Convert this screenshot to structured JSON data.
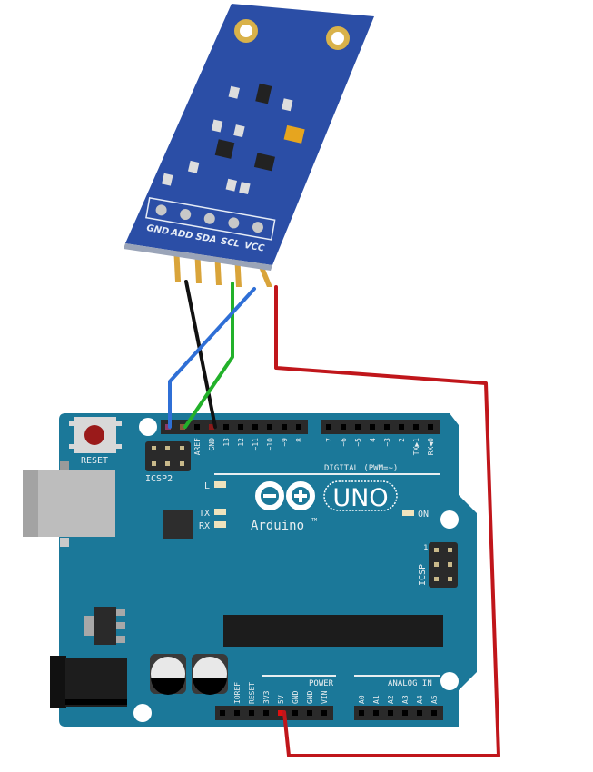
{
  "sensor_module": {
    "pins": [
      "GND",
      "ADD",
      "SDA",
      "SCL",
      "VCC"
    ]
  },
  "arduino": {
    "brand": "Arduino",
    "trademark": "TM",
    "model": "UNO",
    "reset_label": "RESET",
    "icsp2_label": "ICSP2",
    "icsp_label": "ICSP",
    "icsp_pin1": "1",
    "led_labels": {
      "l": "L",
      "tx": "TX",
      "rx": "RX",
      "on": "ON"
    },
    "digital_label": "DIGITAL (PWM=~)",
    "digital_pins_1": [
      "",
      "",
      "AREF",
      "GND",
      "13",
      "12",
      "~11",
      "~10",
      "~9",
      "8"
    ],
    "digital_pins_2": [
      "7",
      "~6",
      "~5",
      "4",
      "~3",
      "2",
      "TX▶1",
      "RX◀0"
    ],
    "power_label": "POWER",
    "power_pins": [
      "",
      "IOREF",
      "RESET",
      "3V3",
      "5V",
      "GND",
      "GND",
      "VIN"
    ],
    "analog_label": "ANALOG IN",
    "analog_pins": [
      "A0",
      "A1",
      "A2",
      "A3",
      "A4",
      "A5"
    ]
  },
  "colors": {
    "board": "#1b7899",
    "module": "#2b4ea6",
    "wire_vcc": "#c0161b",
    "wire_gnd": "#111111",
    "wire_sda": "#22b12a",
    "wire_scl": "#2f6fd6"
  }
}
